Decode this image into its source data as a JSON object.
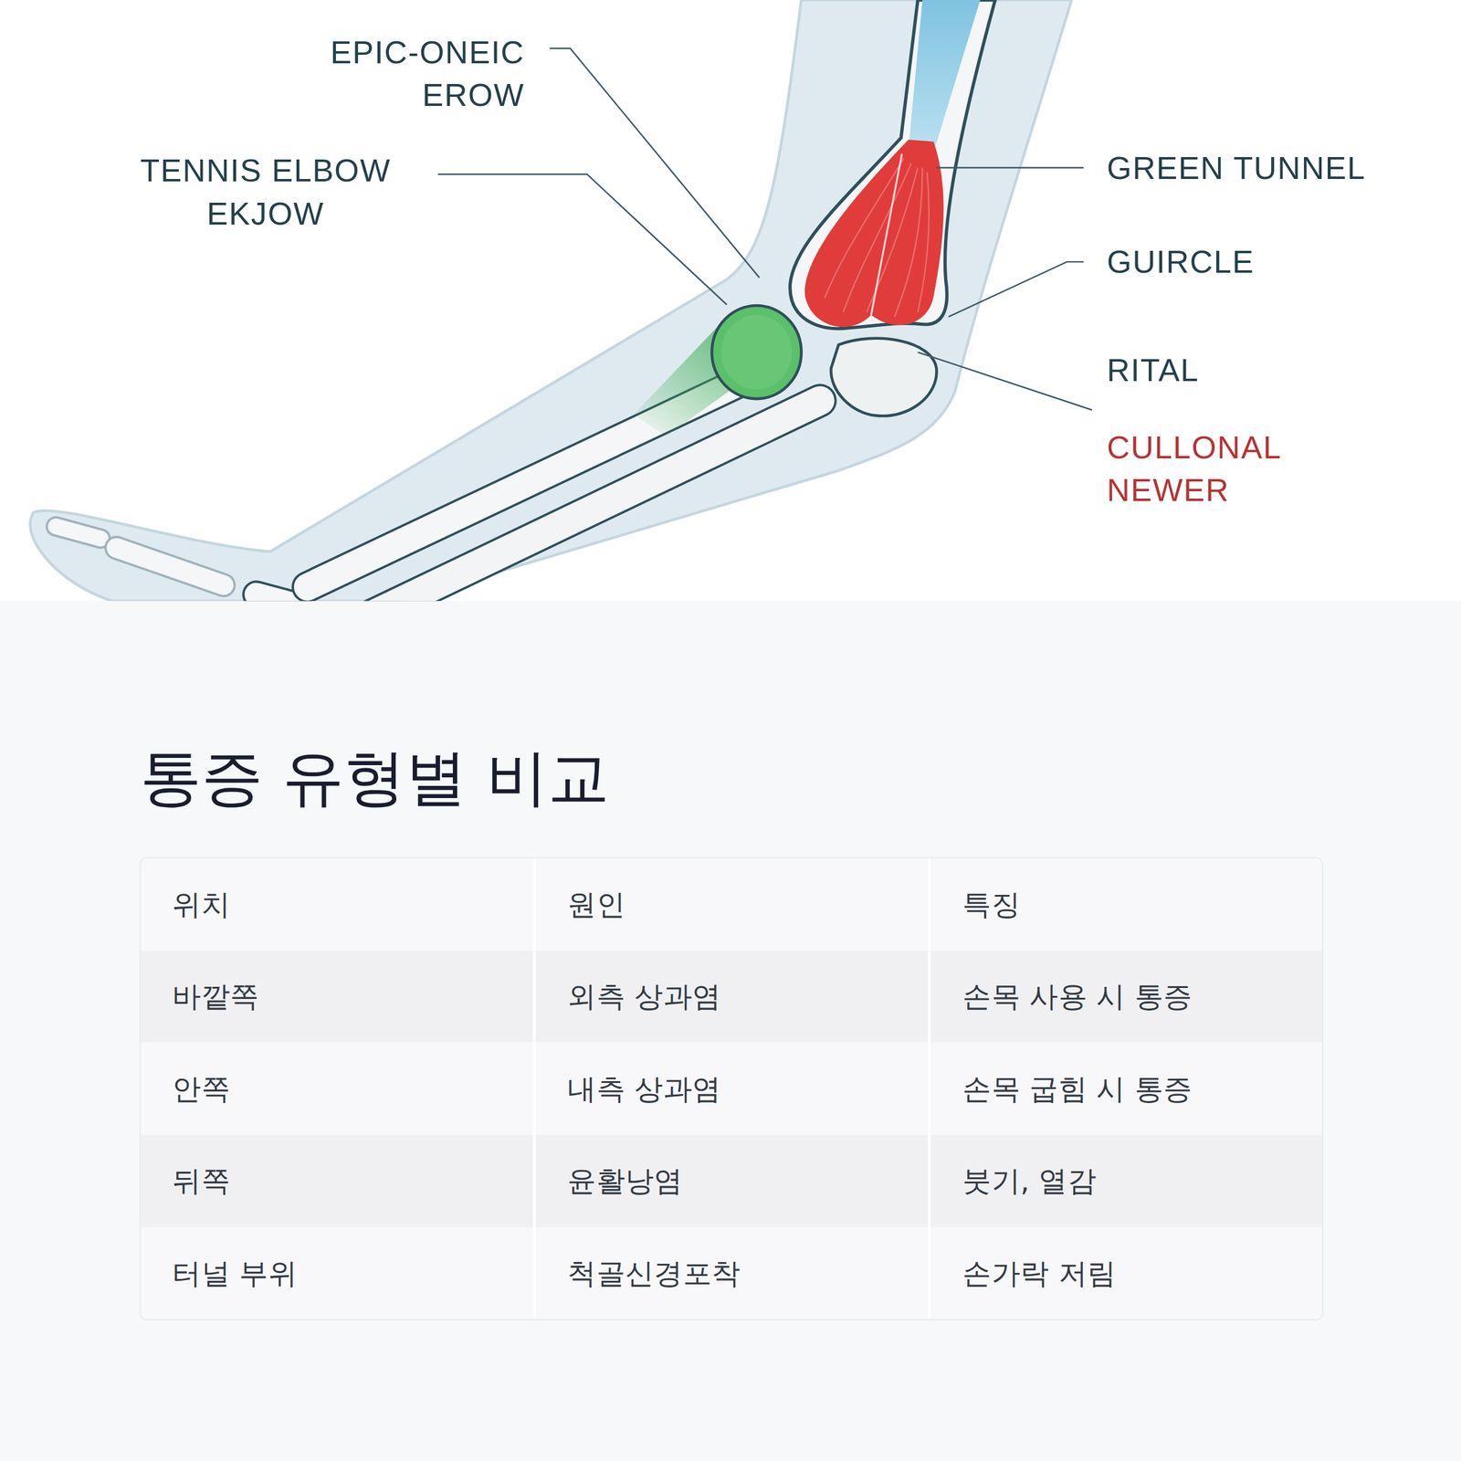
{
  "diagram": {
    "title": "통증 유형별 비교",
    "labels": [
      "EPIC-ONEIC EROW",
      "TENNIS ELBOW EKJOW",
      "GREEN TUNNEL",
      "GUIRCLE",
      "RITAL",
      "CULLONAL NEWER",
      "위치",
      "원인",
      "특징",
      "바깥쪽",
      "외측 상과염",
      "손목 사용 시 통증",
      "안쪽",
      "내측 상과염",
      "손목 굽힘 시 통증",
      "뒤쪽",
      "윤활낭염",
      "붓기, 열감",
      "터널 부위",
      "척골신경포착",
      "손가락 저림"
    ]
  }
}
